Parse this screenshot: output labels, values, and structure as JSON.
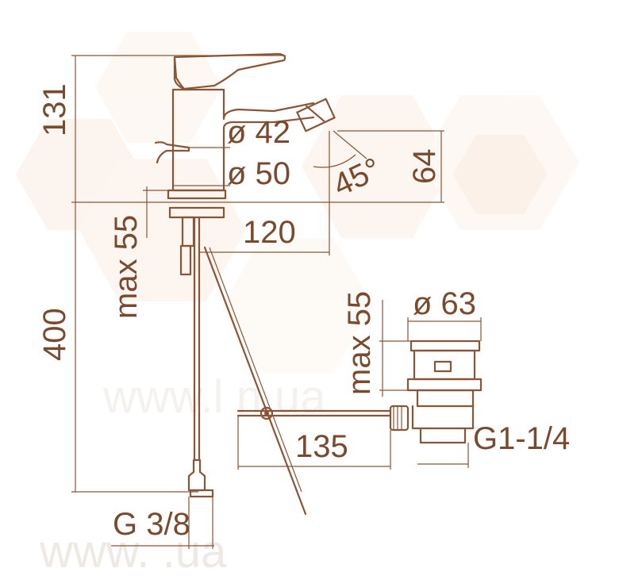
{
  "colors": {
    "line": "#8a5536",
    "text": "#7a4a2f",
    "watermark": "#efe9e3",
    "hex_bg": "#fbeee3"
  },
  "dimensions": {
    "height_top": "131",
    "diameter_42": "ø 42",
    "diameter_50": "ø 50",
    "angle": "45°",
    "spout_height": "64",
    "spout_reach": "120",
    "max_thickness_mixer": "max 55",
    "hose_length": "400",
    "hose_thread": "G 3/8",
    "max_thickness_drain": "max 55",
    "drain_diameter": "ø 63",
    "rod_length": "135",
    "drain_thread": "G1-1/4"
  },
  "watermark": {
    "text_bottom": "www.        .ua",
    "text_mid": "www.l    n.ua"
  }
}
